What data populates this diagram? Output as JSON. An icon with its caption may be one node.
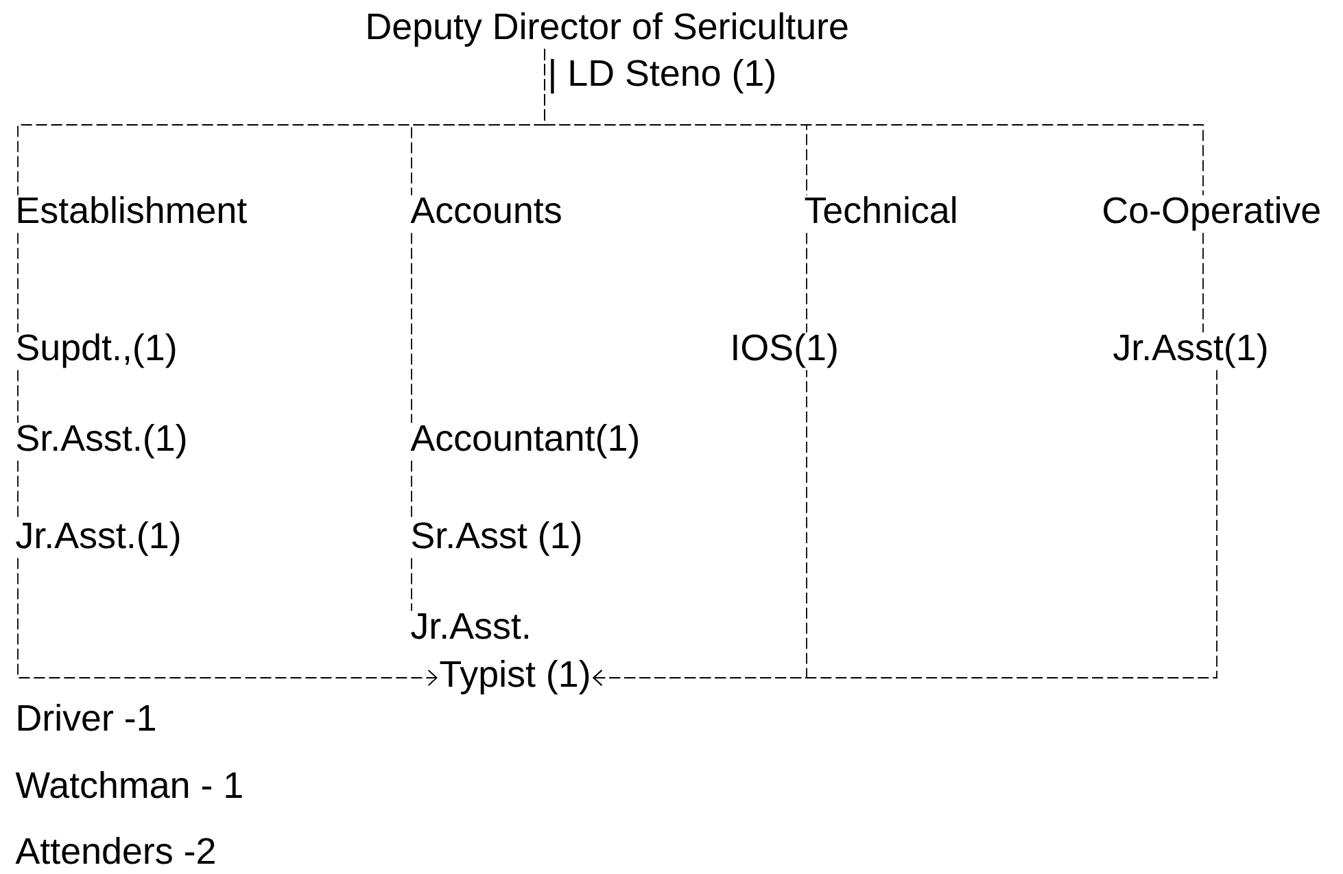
{
  "diagram": {
    "nodes": [
      {
        "text": [
          "Deputy Director of Sericulture"
        ],
        "beside": [
          "| LD Steno (1)"
        ]
      },
      {
        "text": [
          "Establishment"
        ]
      },
      {
        "text": [
          "Accounts"
        ]
      },
      {
        "text": [
          "Technical"
        ]
      },
      {
        "text": [
          "Co-Operative"
        ]
      },
      {
        "text": [
          "Supdt.,(1)"
        ]
      },
      {
        "text": [
          "IOS(1)"
        ]
      },
      {
        "text": [
          "Jr.Asst(1)"
        ]
      },
      {
        "text": [
          "Sr.Asst.(1)"
        ]
      },
      {
        "text": [
          "Accountant(1)"
        ]
      },
      {
        "text": [
          "Jr.Asst.(1)"
        ]
      },
      {
        "text": [
          "Sr.Asst (1)"
        ]
      },
      {
        "text": [
          "Jr.Asst."
        ]
      },
      {
        "text": [
          "Typist (1)"
        ]
      }
    ],
    "edges": [
      {
        "from": 0,
        "to": 1,
        "arrow": "none"
      },
      {
        "from": 0,
        "to": 2,
        "arrow": "none"
      },
      {
        "from": 0,
        "to": 3,
        "arrow": "none"
      },
      {
        "from": 0,
        "to": 4,
        "arrow": "none"
      },
      {
        "from": 1,
        "to": 5,
        "arrow": "none"
      },
      {
        "from": 5,
        "to": 8,
        "arrow": "none"
      },
      {
        "from": 8,
        "to": 10,
        "arrow": "none"
      },
      {
        "from": 10,
        "to": 13,
        "arrow": "to"
      },
      {
        "from": 2,
        "to": 9,
        "arrow": "none"
      },
      {
        "from": 9,
        "to": 11,
        "arrow": "none"
      },
      {
        "from": 11,
        "to": 12,
        "arrow": "none"
      },
      {
        "from": 3,
        "to": 6,
        "arrow": "none"
      },
      {
        "from": 6,
        "to": 13,
        "arrow": "to"
      },
      {
        "from": 4,
        "to": 7,
        "arrow": "none"
      },
      {
        "from": 7,
        "to": 13,
        "arrow": "to"
      }
    ],
    "labels": [
      "Driver -1",
      "Watchman - 1",
      "Attenders -2"
    ]
  }
}
